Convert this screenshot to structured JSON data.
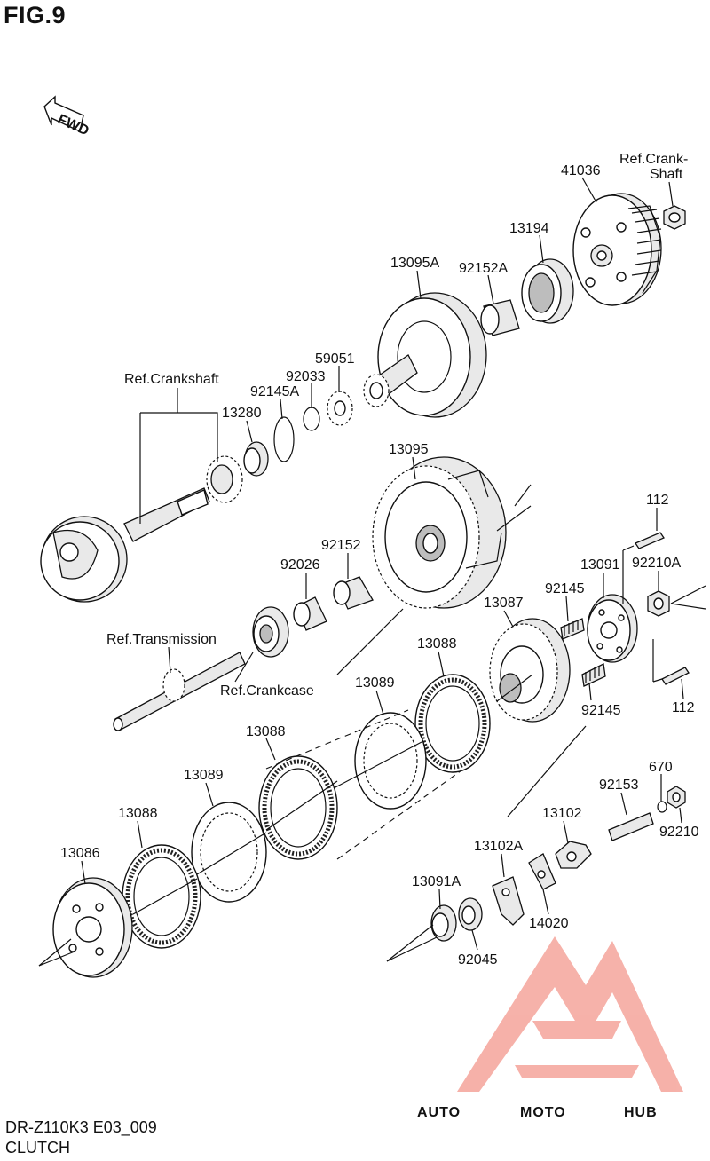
{
  "figure": {
    "title": "FIG.9",
    "model_code": "DR-Z110K3 E03_009",
    "section_name": "CLUTCH",
    "fwd_label": "FWD"
  },
  "watermark": {
    "text_auto": "AUTO",
    "text_moto": "MOTO",
    "text_hub": "HUB",
    "colors": {
      "auto": "#f6b84a",
      "moto": "#ef7b6b",
      "hub": "#6b6b6b",
      "logo": "#f5a49b"
    }
  },
  "labels": {
    "p41036": "41036",
    "ref_crankshaft_upper_1": "Ref.Crank-",
    "ref_crankshaft_upper_2": "Shaft",
    "p13194": "13194",
    "p13095a": "13095A",
    "p92152a": "92152A",
    "ref_crankshaft": "Ref.Crankshaft",
    "p59051": "59051",
    "p92033": "92033",
    "p92145a": "92145A",
    "p13280": "13280",
    "p13095": "13095",
    "p112_top": "112",
    "p92152": "92152",
    "p92026": "92026",
    "p13091": "13091",
    "p92210a": "92210A",
    "p92145_top": "92145",
    "ref_transmission": "Ref.Transmission",
    "p13087": "13087",
    "p13088_a": "13088",
    "ref_crankcase": "Ref.Crankcase",
    "p13089_a": "13089",
    "p92145_bottom": "92145",
    "p112_bottom": "112",
    "p13088_b": "13088",
    "p670": "670",
    "p92153": "92153",
    "p13089_b": "13089",
    "p13102": "13102",
    "p92210": "92210",
    "p13088_c": "13088",
    "p13102a": "13102A",
    "p13086": "13086",
    "p13091a": "13091A",
    "p14020": "14020",
    "p92045": "92045"
  }
}
